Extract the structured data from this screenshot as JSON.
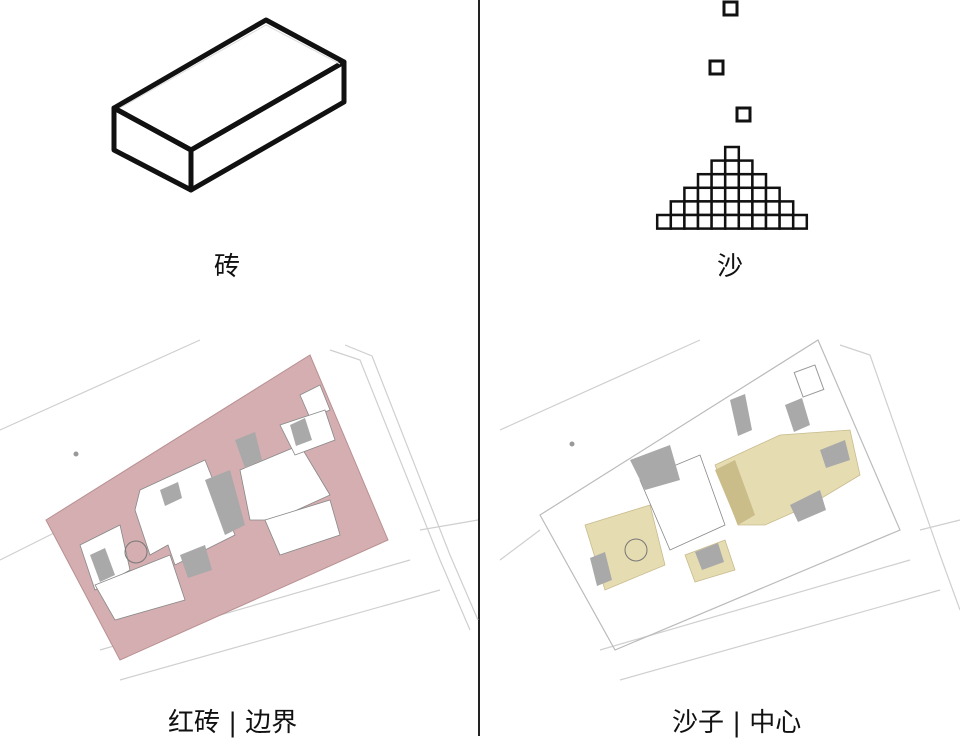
{
  "panels": {
    "brick": {
      "caption": "砖"
    },
    "sand": {
      "caption": "沙"
    },
    "red_brick_boundary": {
      "caption": "红砖 | 边界"
    },
    "sand_center": {
      "caption": "沙子 | 中心"
    }
  },
  "colors": {
    "line": "#111111",
    "brick_fill": "#d4aeb0",
    "sand_fill": "#e6dcb2",
    "sand_dark": "#cbbd8a",
    "shadow": "#a9a9a9",
    "site_line": "#cfcfcf"
  }
}
